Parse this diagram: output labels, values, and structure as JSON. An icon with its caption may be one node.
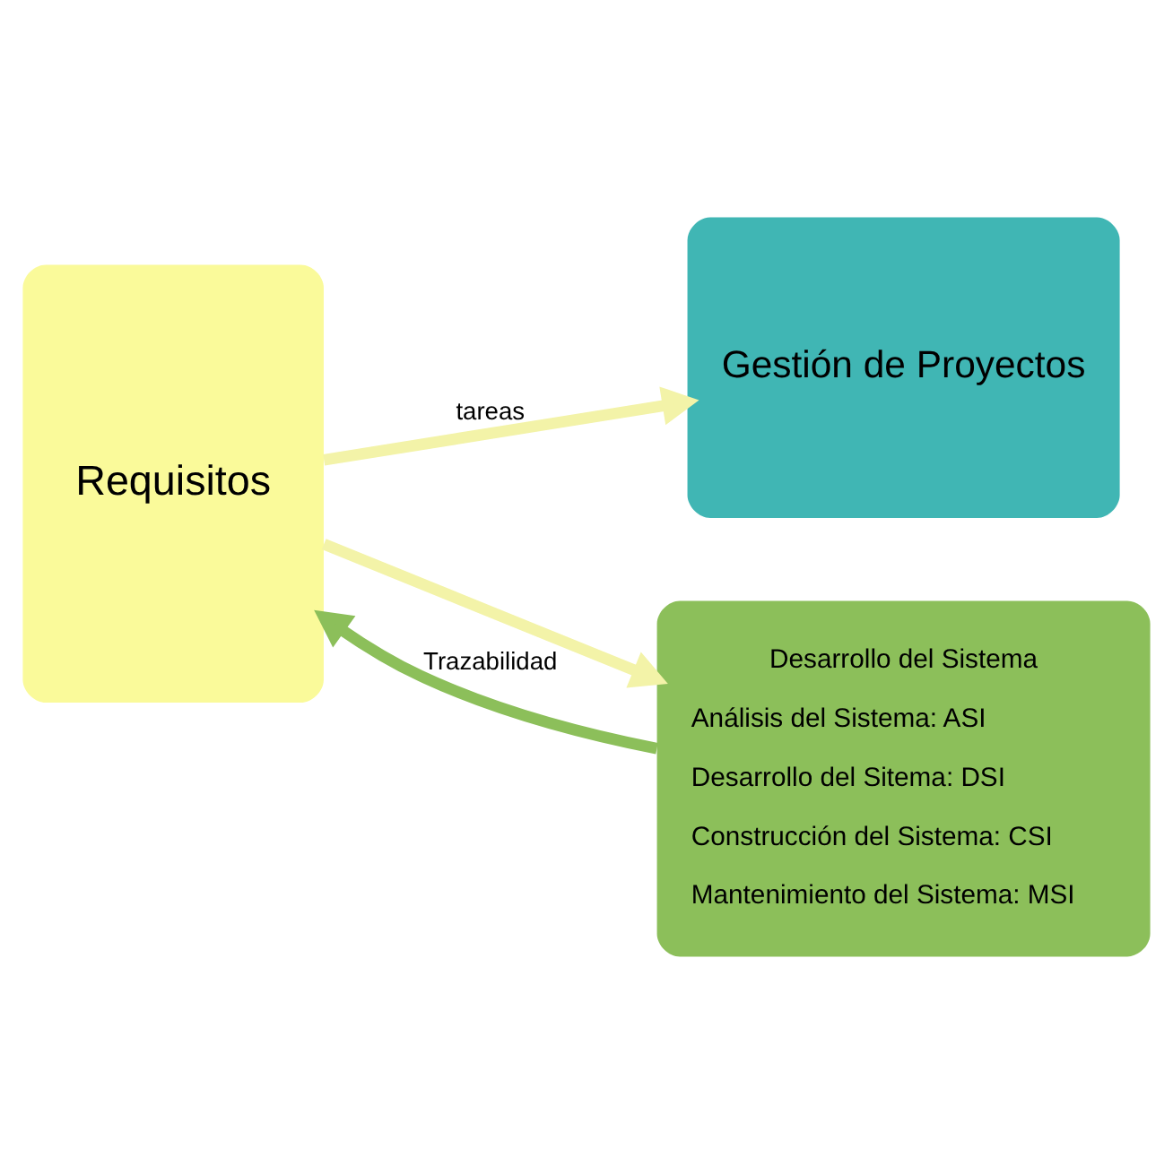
{
  "diagram": {
    "nodes": [
      {
        "text": [
          "Requisitos"
        ]
      },
      {
        "text": [
          "Gestión de Proyectos"
        ]
      },
      {
        "text": [
          "Desarrollo del Sistema",
          "Análisis del Sistema: ASI",
          "Desarrollo del Sitema: DSI",
          "Construcción del Sistema: CSI",
          "Mantenimiento del Sistema: MSI"
        ]
      }
    ],
    "edges": [
      {
        "from": 0,
        "to": 1,
        "arrow": "to",
        "label": "tareas"
      },
      {
        "from": 0,
        "to": 2,
        "arrow": "to"
      },
      {
        "from": 2,
        "to": 0,
        "arrow": "to",
        "label": "Trazabilidad",
        "color": "#8cbf5a"
      }
    ]
  }
}
